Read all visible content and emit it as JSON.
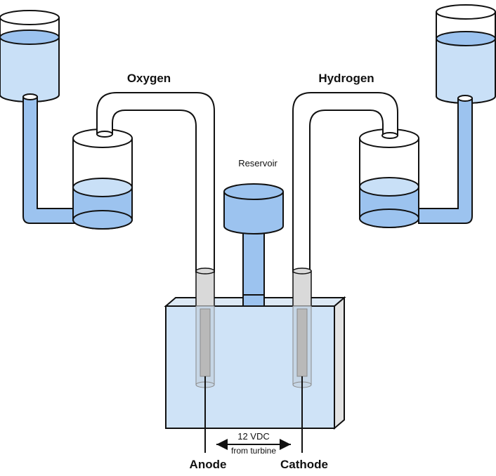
{
  "labels": {
    "oxygen": "Oxygen",
    "hydrogen": "Hydrogen",
    "reservoir": "Reservoir",
    "voltage": "12 VDC",
    "voltage_source": "from turbine",
    "anode": "Anode",
    "cathode": "Cathode"
  },
  "colors": {
    "water": "#9cc3ef",
    "water_light": "#c9e0f7",
    "tank": "#cfe3f7",
    "tank_side": "#e3e3e3",
    "glass": "#ffffff",
    "electrode": "#b9b9b9",
    "outline": "#111111"
  }
}
